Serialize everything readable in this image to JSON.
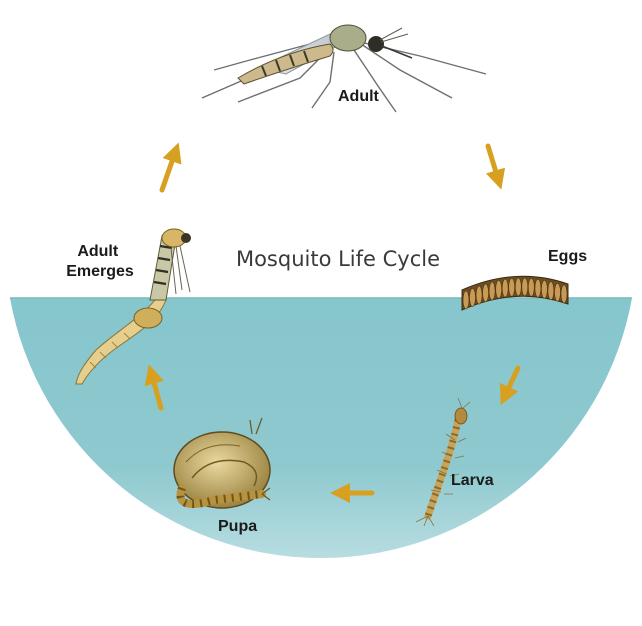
{
  "diagram": {
    "title": "Mosquito Life Cycle",
    "stages": {
      "adult": "Adult",
      "eggs": "Eggs",
      "larva": "Larva",
      "pupa": "Pupa",
      "emerges_line1": "Adult",
      "emerges_line2": "Emerges"
    }
  },
  "colors": {
    "water": "#7fc2ca",
    "arrow": "#d8a021",
    "label": "#1b1b1b"
  }
}
